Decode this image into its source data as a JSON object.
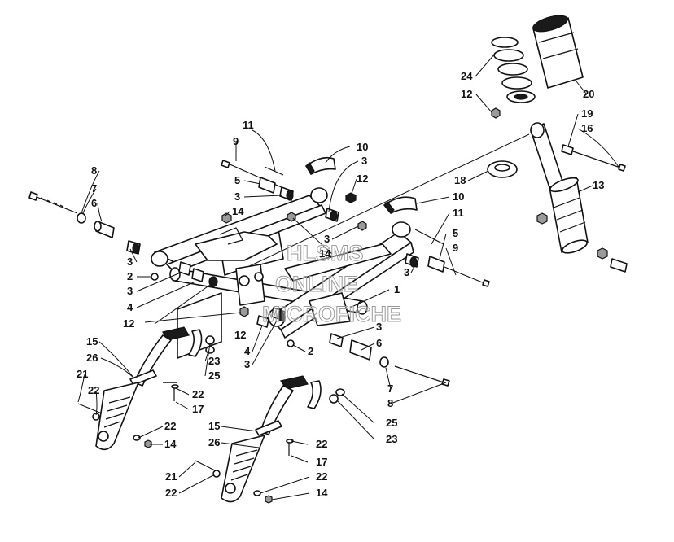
{
  "watermark": {
    "lines": [
      "HLSMS",
      "ONLINE",
      "MICROFICHE"
    ]
  },
  "callouts": [
    {
      "id": "c8a",
      "text": "8"
    },
    {
      "id": "c7a",
      "text": "7"
    },
    {
      "id": "c6a",
      "text": "6"
    },
    {
      "id": "c3a",
      "text": "3"
    },
    {
      "id": "c2a",
      "text": "2"
    },
    {
      "id": "c3b",
      "text": "3"
    },
    {
      "id": "c4a",
      "text": "4"
    },
    {
      "id": "c12a",
      "text": "12"
    },
    {
      "id": "c11a",
      "text": "11"
    },
    {
      "id": "c9a",
      "text": "9"
    },
    {
      "id": "c5a",
      "text": "5"
    },
    {
      "id": "c3c",
      "text": "3"
    },
    {
      "id": "c14a",
      "text": "14"
    },
    {
      "id": "c10a",
      "text": "10"
    },
    {
      "id": "c3d",
      "text": "3"
    },
    {
      "id": "c12b",
      "text": "12"
    },
    {
      "id": "c10b",
      "text": "10"
    },
    {
      "id": "c11b",
      "text": "11"
    },
    {
      "id": "c3e",
      "text": "3"
    },
    {
      "id": "c14b",
      "text": "14"
    },
    {
      "id": "c5b",
      "text": "5"
    },
    {
      "id": "c9b",
      "text": "9"
    },
    {
      "id": "c3f",
      "text": "3"
    },
    {
      "id": "c1",
      "text": "1"
    },
    {
      "id": "c12c",
      "text": "12"
    },
    {
      "id": "c4b",
      "text": "4"
    },
    {
      "id": "c3g",
      "text": "3"
    },
    {
      "id": "c2b",
      "text": "2"
    },
    {
      "id": "c3h",
      "text": "3"
    },
    {
      "id": "c6b",
      "text": "6"
    },
    {
      "id": "c7b",
      "text": "7"
    },
    {
      "id": "c8b",
      "text": "8"
    },
    {
      "id": "c24",
      "text": "24"
    },
    {
      "id": "c12d",
      "text": "12"
    },
    {
      "id": "c20",
      "text": "20"
    },
    {
      "id": "c19",
      "text": "19"
    },
    {
      "id": "c16",
      "text": "16"
    },
    {
      "id": "c18",
      "text": "18"
    },
    {
      "id": "c13",
      "text": "13"
    },
    {
      "id": "c15a",
      "text": "15"
    },
    {
      "id": "c26a",
      "text": "26"
    },
    {
      "id": "c21a",
      "text": "21"
    },
    {
      "id": "c22a",
      "text": "22"
    },
    {
      "id": "c23a",
      "text": "23"
    },
    {
      "id": "c25a",
      "text": "25"
    },
    {
      "id": "c22b",
      "text": "22"
    },
    {
      "id": "c17a",
      "text": "17"
    },
    {
      "id": "c22c",
      "text": "22"
    },
    {
      "id": "c14c",
      "text": "14"
    },
    {
      "id": "c15b",
      "text": "15"
    },
    {
      "id": "c26b",
      "text": "26"
    },
    {
      "id": "c21b",
      "text": "21"
    },
    {
      "id": "c22d",
      "text": "22"
    },
    {
      "id": "c22e",
      "text": "22"
    },
    {
      "id": "c17b",
      "text": "17"
    },
    {
      "id": "c25b",
      "text": "25"
    },
    {
      "id": "c23b",
      "text": "23"
    },
    {
      "id": "c22f",
      "text": "22"
    },
    {
      "id": "c14d",
      "text": "14"
    }
  ]
}
